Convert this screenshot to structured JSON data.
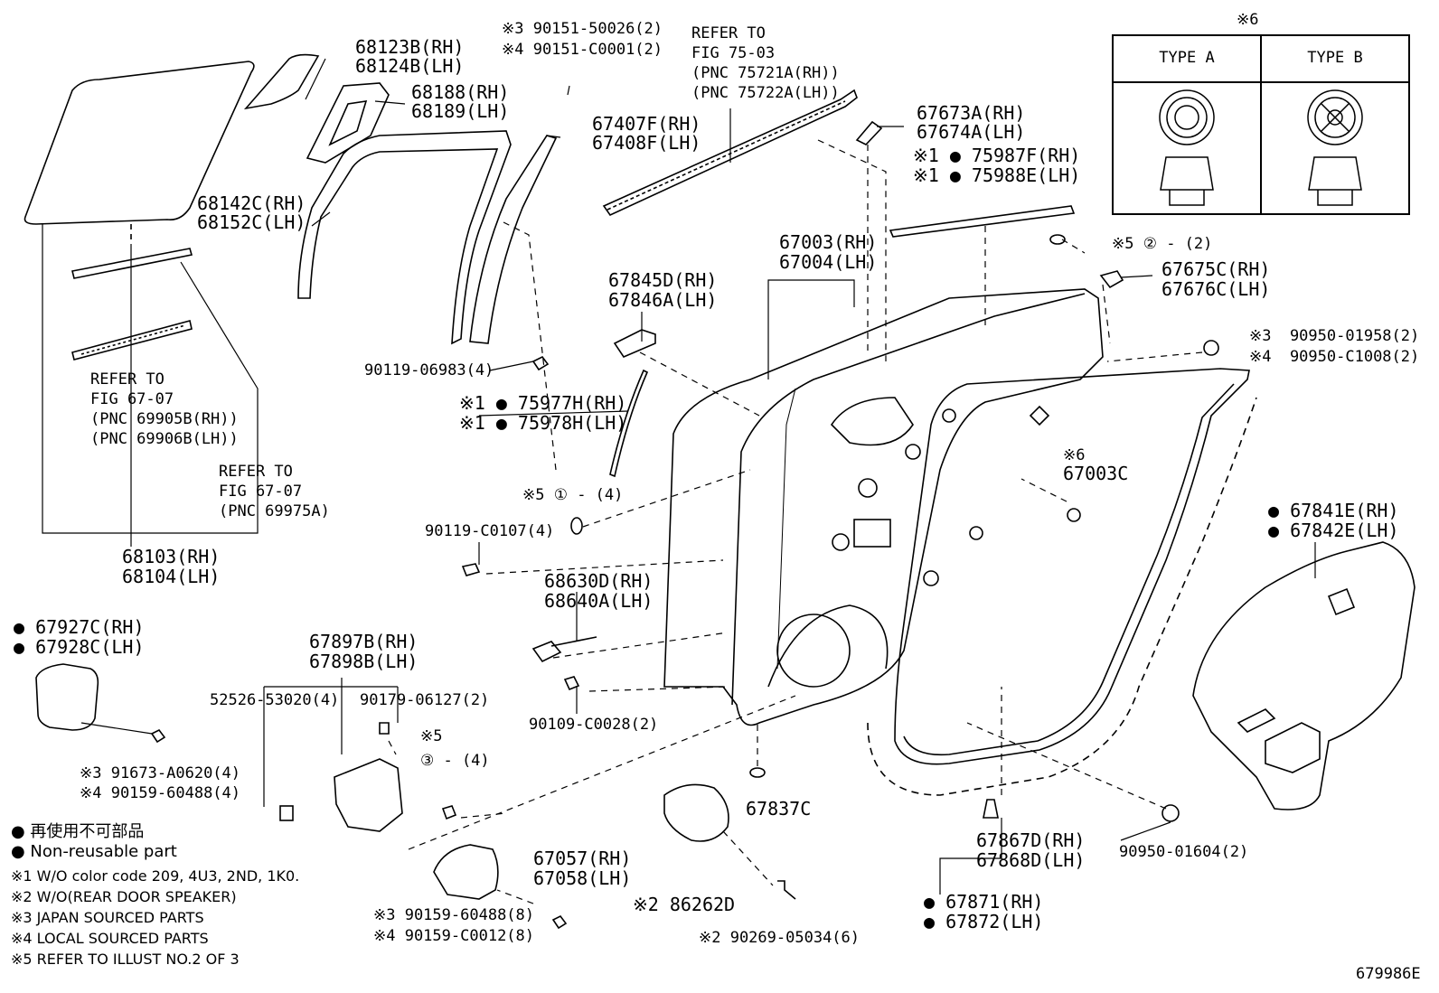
{
  "figure_code": "679986E",
  "type_box": {
    "note_mark": "※6",
    "type_a": "TYPE A",
    "type_b": "TYPE B"
  },
  "callouts": {
    "c68123": [
      "68123B(RH)",
      "68124B(LH)"
    ],
    "c68188": [
      "68188(RH)",
      "68189(LH)"
    ],
    "c68142": [
      "68142C(RH)",
      "68152C(LH)"
    ],
    "c90151": [
      "※3 90151-50026(2)",
      "※4 90151-C0001(2)"
    ],
    "c67407": [
      "67407F(RH)",
      "67408F(LH)"
    ],
    "c_refer75": [
      "REFER TO",
      "FIG 75-03",
      "(PNC 75721A(RH))",
      "(PNC 75722A(LH))"
    ],
    "c67673": [
      "67673A(RH)",
      "67674A(LH)"
    ],
    "c75987": [
      "※1 ● 75987F(RH)",
      "※1 ● 75988E(LH)"
    ],
    "c5_2": "※5 ② - (2)",
    "c67675": [
      "67675C(RH)",
      "67676C(LH)"
    ],
    "c90950a": [
      "※3  90950-01958(2)",
      "※4  90950-C1008(2)"
    ],
    "c67003": [
      "67003(RH)",
      "67004(LH)"
    ],
    "c67845": [
      "67845D(RH)",
      "67846A(LH)"
    ],
    "c90119a": "90119-06983(4)",
    "c75977": [
      "※1 ● 75977H(RH)",
      "※1 ● 75978H(LH)"
    ],
    "c5_1": "※5 ① - (4)",
    "c67003c": [
      "※6",
      "67003C"
    ],
    "c_refer67a": [
      "REFER TO",
      "FIG 67-07",
      "(PNC 69905B(RH))",
      "(PNC 69906B(LH))"
    ],
    "c_refer67b": [
      "REFER TO",
      "FIG 67-07",
      "(PNC 69975A)"
    ],
    "c68103": [
      "68103(RH)",
      "68104(LH)"
    ],
    "c90119b": "90119-C0107(4)",
    "c68630": [
      "68630D(RH)",
      "68640A(LH)"
    ],
    "c90109": "90109-C0028(2)",
    "c67841": [
      "● 67841E(RH)",
      "● 67842E(LH)"
    ],
    "c67927": [
      "● 67927C(RH)",
      "● 67928C(LH)"
    ],
    "c67897": [
      "67897B(RH)",
      "67898B(LH)"
    ],
    "c52526": "52526-53020(4)",
    "c90179": "90179-06127(2)",
    "c5_3": [
      "※5",
      "③ - (4)"
    ],
    "c91673": [
      "※3 91673-A0620(4)",
      "※4 90159-60488(4)"
    ],
    "c67837": "67837C",
    "c67057": [
      "67057(RH)",
      "67058(LH)"
    ],
    "c90159": [
      "※3 90159-60488(8)",
      "※4 90159-C0012(8)"
    ],
    "c86262": "※2 86262D",
    "c90269": "※2 90269-05034(6)",
    "c67867": [
      "67867D(RH)",
      "67868D(LH)"
    ],
    "c90950b": "90950-01604(2)",
    "c67871": [
      "● 67871(RH)",
      "● 67872(LH)"
    ]
  },
  "legend": {
    "jp": "● 再使用不可部品",
    "en": "● Non-reusable part",
    "notes": [
      "※1 W/O color code 209, 4U3, 2ND, 1K0.",
      "※2 W/O(REAR DOOR SPEAKER)",
      "※3 JAPAN SOURCED PARTS",
      "※4 LOCAL SOURCED PARTS",
      "※5 REFER TO ILLUST NO.2 OF 3"
    ]
  }
}
